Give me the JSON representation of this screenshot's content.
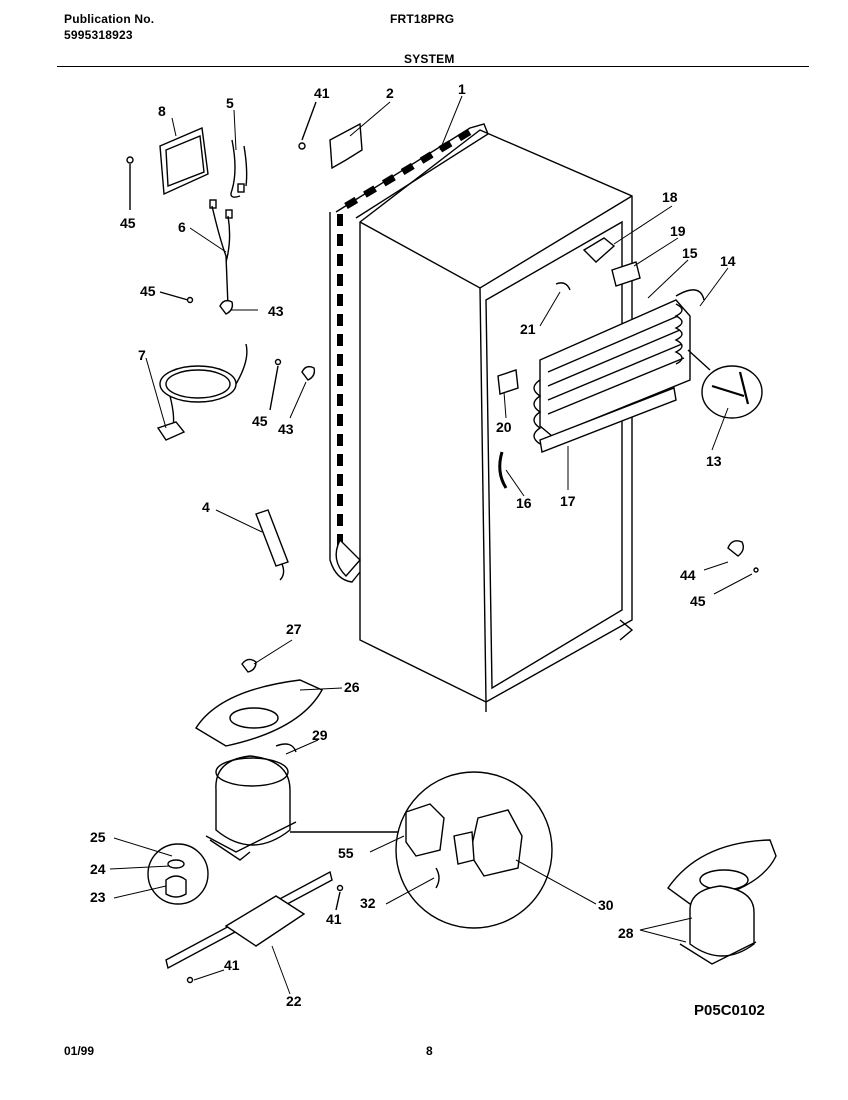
{
  "header": {
    "publication_label": "Publication No.",
    "publication_number": "5995318923",
    "model": "FRT18PRG",
    "section": "SYSTEM"
  },
  "diagram_code": "P05C0102",
  "footer": {
    "date": "01/99",
    "page": "8"
  },
  "callouts": {
    "c1": "1",
    "c2": "2",
    "c4": "4",
    "c5": "5",
    "c6": "6",
    "c7": "7",
    "c8": "8",
    "c13": "13",
    "c14": "14",
    "c15": "15",
    "c16": "16",
    "c17": "17",
    "c18": "18",
    "c19": "19",
    "c20": "20",
    "c21": "21",
    "c22": "22",
    "c23": "23",
    "c24": "24",
    "c25": "25",
    "c26": "26",
    "c27": "27",
    "c28": "28",
    "c29": "29",
    "c30": "30",
    "c32": "32",
    "c41a": "41",
    "c41b": "41",
    "c41c": "41",
    "c43a": "43",
    "c43b": "43",
    "c44": "44",
    "c45a": "45",
    "c45b": "45",
    "c45c": "45",
    "c45d": "45",
    "c55": "55"
  }
}
